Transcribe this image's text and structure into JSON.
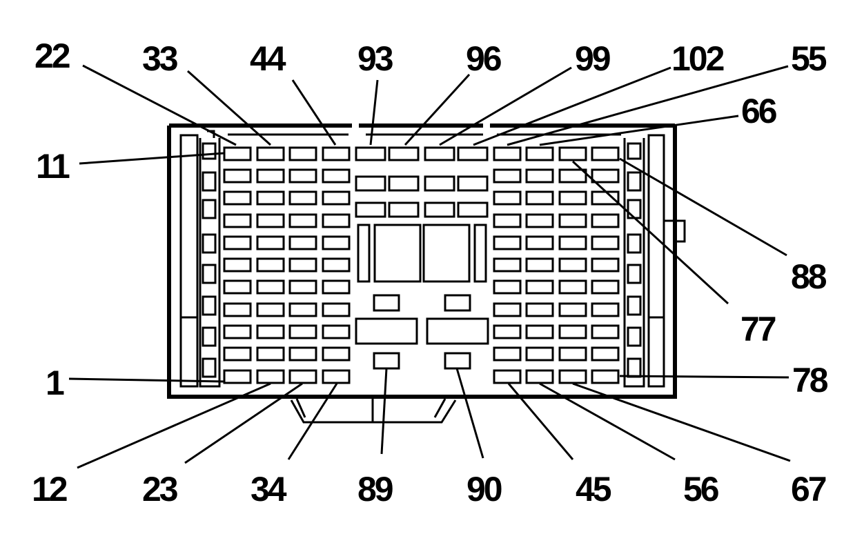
{
  "diagram": {
    "pin_labels": {
      "p22": "22",
      "p33": "33",
      "p44": "44",
      "p93": "93",
      "p96": "96",
      "p99": "99",
      "p102": "102",
      "p55": "55",
      "p66": "66",
      "p11": "11",
      "p88": "88",
      "p77": "77",
      "p1": "1",
      "p78": "78",
      "p12": "12",
      "p23": "23",
      "p34": "34",
      "p89": "89",
      "p90": "90",
      "p45": "45",
      "p56": "56",
      "p67": "67"
    }
  }
}
